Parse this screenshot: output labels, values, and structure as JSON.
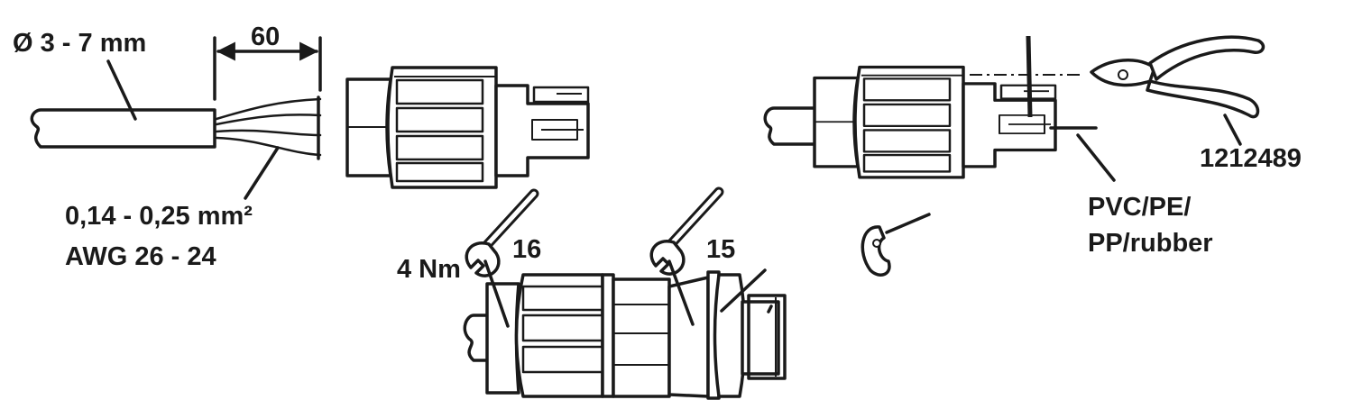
{
  "labels": {
    "cable_diameter": "Ø 3 - 7 mm",
    "strip_length": "60",
    "wire_cross_section": "0,14 - 0,25 mm²",
    "awg_range": "AWG 26 - 24",
    "torque": "4 Nm",
    "wrench_size_1": "16",
    "wrench_size_2": "15",
    "tool_part_number": "1212489",
    "insulation_material_line1": "PVC/PE/",
    "insulation_material_line2": "PP/rubber"
  },
  "colors": {
    "line": "#1a1a1a",
    "background": "#ffffff"
  }
}
